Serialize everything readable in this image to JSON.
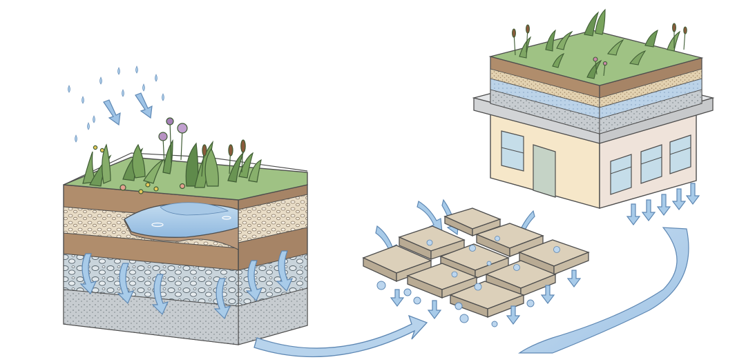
{
  "figure": {
    "panels": [
      {
        "id": "rain-garden",
        "icon": "rain-garden-illustration"
      },
      {
        "id": "permeable-pavement",
        "icon": "permeable-paver-illustration"
      },
      {
        "id": "green-roof",
        "icon": "green-roof-building-illustration"
      }
    ],
    "palette": {
      "water": "#a9cbe8",
      "arrow": "#9ec3e6",
      "arrow_stroke": "#5d87b3",
      "soil": "#b08d6c",
      "gravel": "#e6dcc7",
      "stone": "#c8cdd1",
      "grass": "#8fb675",
      "building_wall": "#f6e7c9",
      "building_side": "#efe3da",
      "paver": "#d8cbb6",
      "outline": "#4d4d4d"
    }
  }
}
